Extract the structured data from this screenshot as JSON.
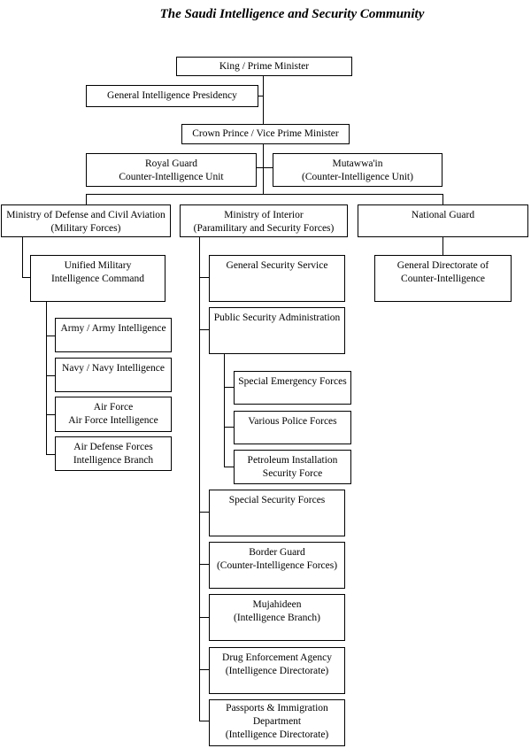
{
  "title": "The Saudi Intelligence and Security Community",
  "nodes": {
    "king": [
      "King / Prime Minister"
    ],
    "gip": [
      "General Intelligence Presidency"
    ],
    "crown_prince": [
      "Crown Prince / Vice Prime Minister"
    ],
    "royal_guard": [
      "Royal Guard",
      "Counter-Intelligence Unit"
    ],
    "mutawwain": [
      "Mutawwa'in",
      "(Counter-Intelligence Unit)"
    ],
    "mod": [
      "Ministry of Defense and Civil Aviation",
      "(Military Forces)"
    ],
    "moi": [
      "Ministry of Interior",
      "(Paramilitary and Security Forces)"
    ],
    "national_guard": [
      "National Guard"
    ],
    "umic": [
      "Unified Military",
      "Intelligence Command"
    ],
    "army": [
      "Army / Army Intelligence"
    ],
    "navy": [
      "Navy / Navy Intelligence"
    ],
    "air_force": [
      "Air Force",
      "Air Force Intelligence"
    ],
    "air_defense": [
      "Air Defense Forces",
      "Intelligence Branch"
    ],
    "gss": [
      "General Security Service"
    ],
    "psa": [
      "Public Security Administration"
    ],
    "sef": [
      "Special Emergency Forces"
    ],
    "police": [
      "Various Police Forces"
    ],
    "petroleum": [
      "Petroleum Installation",
      "Security Force"
    ],
    "ssf": [
      "Special Security Forces"
    ],
    "border": [
      "Border Guard",
      "(Counter-Intelligence Forces)"
    ],
    "mujahideen": [
      "Mujahideen",
      "(Intelligence Branch)"
    ],
    "dea": [
      "Drug Enforcement Agency",
      "(Intelligence Directorate)"
    ],
    "passports": [
      "Passports & Immigration",
      "Department",
      "(Intelligence Directorate)"
    ],
    "gdci": [
      "General Directorate of",
      "Counter-Intelligence"
    ]
  }
}
